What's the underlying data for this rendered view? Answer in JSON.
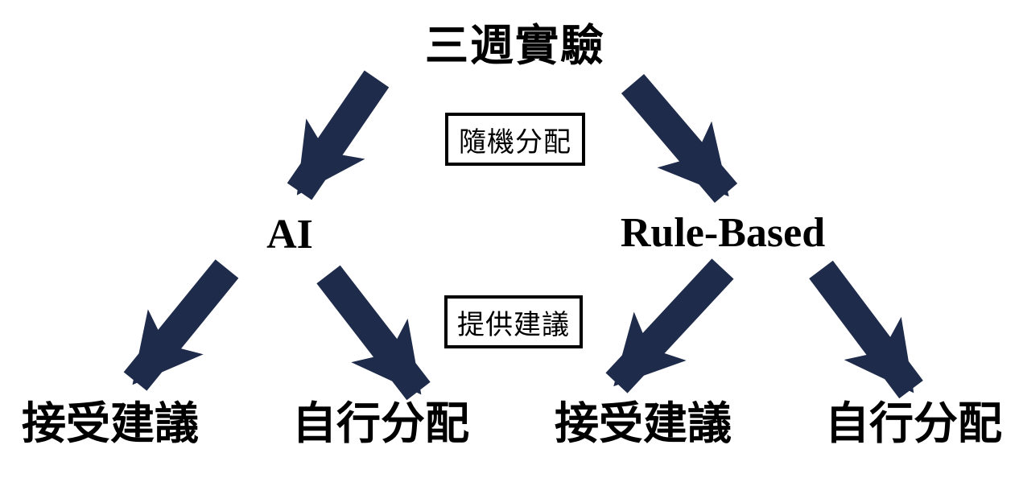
{
  "diagram": {
    "title": "三週實驗",
    "level1": {
      "edge_label": "隨機分配",
      "nodes": [
        {
          "label": "AI"
        },
        {
          "label": "Rule-Based"
        }
      ]
    },
    "level2": {
      "edge_label": "提供建議",
      "leaves": [
        {
          "label": "接受建議"
        },
        {
          "label": "自行分配"
        },
        {
          "label": "接受建議"
        },
        {
          "label": "自行分配"
        }
      ]
    },
    "icons": {
      "arrows": [
        {
          "name": "arrow-title-to-ai",
          "direction": "down-left"
        },
        {
          "name": "arrow-title-to-rule-based",
          "direction": "down-right"
        },
        {
          "name": "arrow-ai-to-accept",
          "direction": "down-left"
        },
        {
          "name": "arrow-ai-to-self",
          "direction": "down-right"
        },
        {
          "name": "arrow-rule-to-accept",
          "direction": "down-left"
        },
        {
          "name": "arrow-rule-to-self",
          "direction": "down-right"
        }
      ]
    },
    "colors": {
      "arrow": "#1F2B4A",
      "text": "#000000",
      "box_border": "#000000",
      "background": "#FFFFFF"
    }
  }
}
